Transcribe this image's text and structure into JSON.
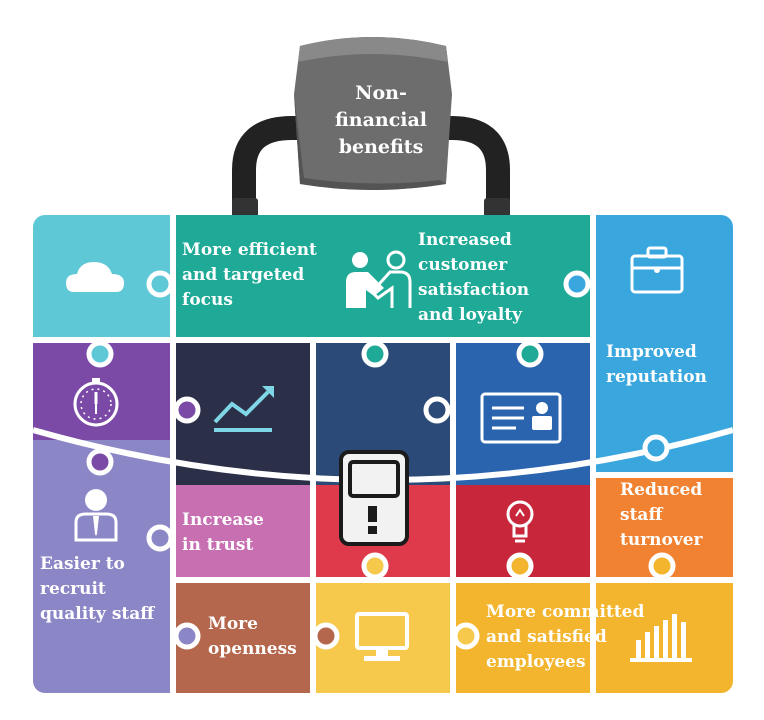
{
  "handle": {
    "label_lines": [
      "Non-",
      "financial",
      "benefits"
    ]
  },
  "benefits": {
    "efficient_focus": [
      "More efficient",
      "and targeted",
      "focus"
    ],
    "customer_satisfaction": [
      "Increased",
      "customer",
      "satisfaction",
      "and loyalty"
    ],
    "reputation": [
      "Improved",
      "reputation"
    ],
    "staff_turnover": [
      "Reduced",
      "staff",
      "turnover"
    ],
    "trust": [
      "Increase",
      "in trust"
    ],
    "recruit": [
      "Easier to",
      "recruit",
      "quality staff"
    ],
    "openness": [
      "More",
      "openness"
    ],
    "committed_employees": [
      "More committed",
      "and satisfied",
      "employees"
    ]
  },
  "colors": {
    "teal": "#1eaa96",
    "light_cyan": "#5ec8d6",
    "sky_blue": "#3aa6de",
    "purple": "#7a4aa6",
    "navy_dark": "#2b2f48",
    "navy": "#2b4a78",
    "blue": "#2a63ae",
    "lavender": "#8b86c6",
    "pink": "#c76fb0",
    "red": "#de3a4c",
    "crimson": "#c8263a",
    "orange": "#f08232",
    "brown": "#b4674c",
    "yellow": "#f6c84c",
    "gold": "#f3b52e",
    "fist_gray": "#6e6d6d",
    "handle_black": "#222222"
  },
  "icons": [
    "cloud-icon",
    "handshake-icon",
    "briefcase-icon",
    "clock-icon",
    "trend-up-icon",
    "id-card-icon",
    "businessman-icon",
    "door-icon",
    "lightbulb-icon",
    "computer-icon",
    "bar-graph-icon"
  ]
}
